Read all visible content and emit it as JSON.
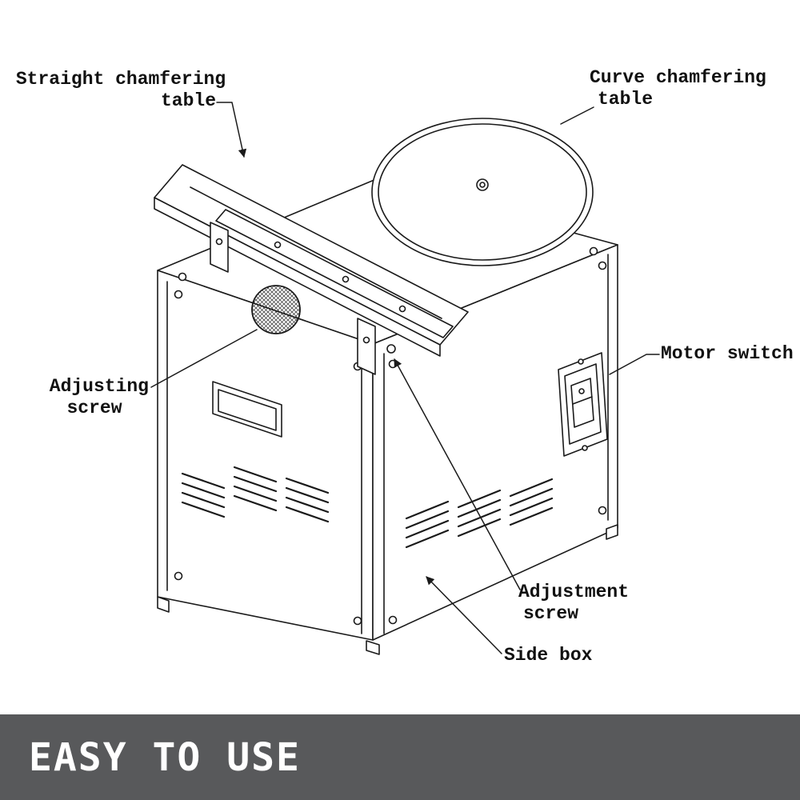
{
  "figure": {
    "labels": {
      "straight_table": {
        "line1": "Straight chamfering",
        "line2": "table"
      },
      "curve_table": {
        "line1": "Curve chamfering",
        "line2": "table"
      },
      "adjusting_screw": {
        "line1": "Adjusting",
        "line2": "screw"
      },
      "motor_switch": {
        "text": "Motor switch"
      },
      "adjustment_screw": {
        "line1": "Adjustment",
        "line2": "screw"
      },
      "side_box": {
        "text": "Side box"
      }
    }
  },
  "banner": {
    "text": "EASY TO USE",
    "background": "#58595B",
    "text_color": "#FFFFFF"
  },
  "colors": {
    "line_color": "#1A1A1A",
    "page_background": "#FFFFFF"
  }
}
